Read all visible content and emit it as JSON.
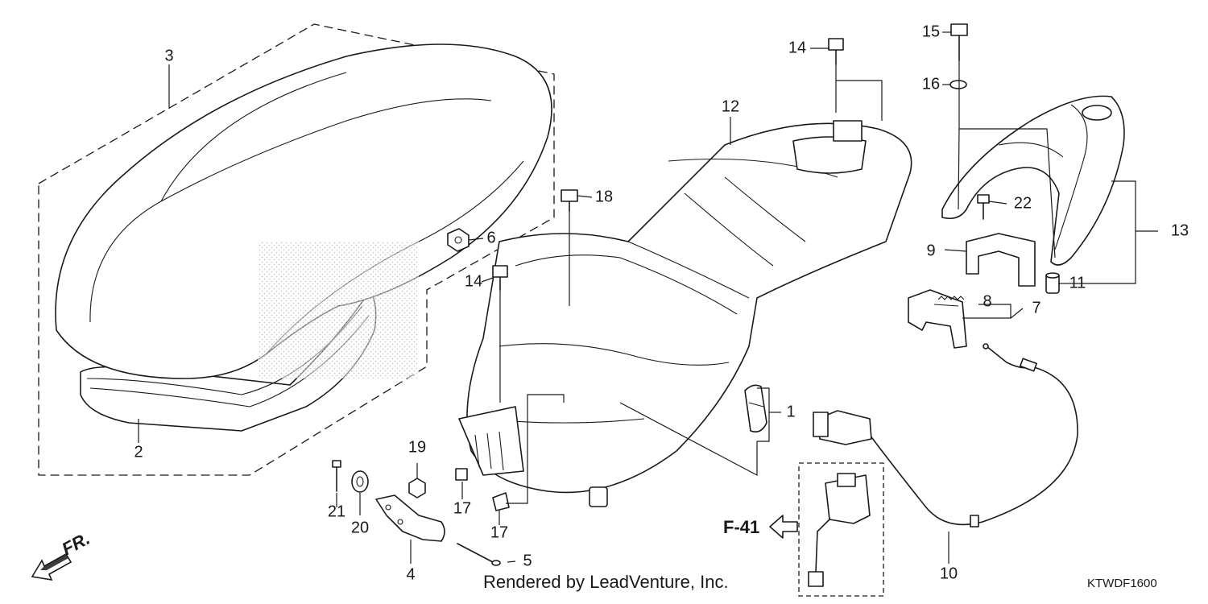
{
  "callouts": {
    "c1": "1",
    "c2": "2",
    "c3": "3",
    "c4": "4",
    "c5": "5",
    "c6": "6",
    "c7": "7",
    "c8": "8",
    "c9": "9",
    "c10": "10",
    "c11": "11",
    "c12": "12",
    "c13": "13",
    "c14a": "14",
    "c14b": "14",
    "c15": "15",
    "c16": "16",
    "c17a": "17",
    "c17b": "17",
    "c18": "18",
    "c19": "19",
    "c20": "20",
    "c21": "21",
    "c22": "22"
  },
  "reference": {
    "label": "F-41"
  },
  "direction": {
    "label": "FR."
  },
  "footer": {
    "credit": "Rendered by LeadVenture, Inc.",
    "diagram_code": "KTWDF1600"
  }
}
